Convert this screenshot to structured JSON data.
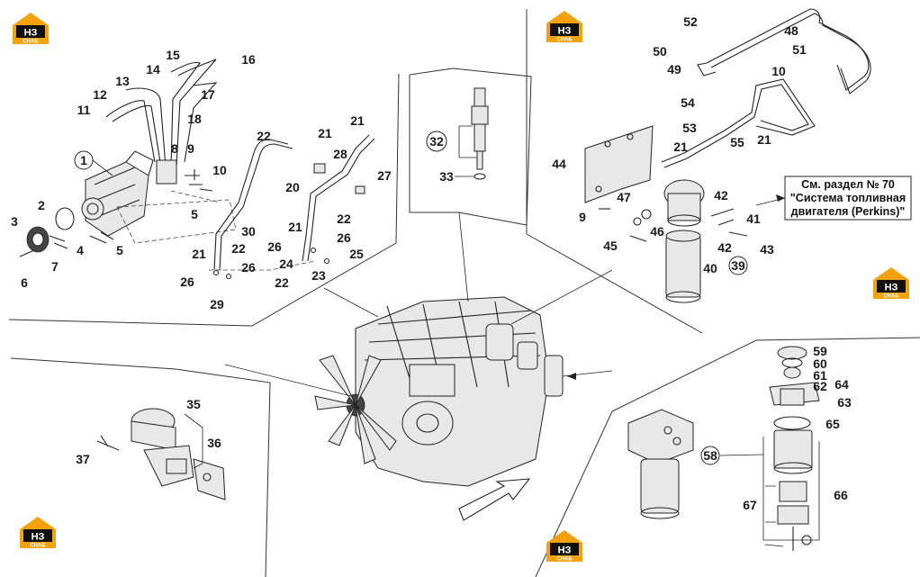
{
  "logos": [
    {
      "id": "logo-top-left",
      "big": "НЗ",
      "small": "СНАБ"
    },
    {
      "id": "logo-top-center",
      "big": "НЗ",
      "small": "СНАБ"
    },
    {
      "id": "logo-right",
      "big": "НЗ",
      "small": "СНАБ"
    },
    {
      "id": "logo-bottom-left",
      "big": "НЗ",
      "small": "СНАБ"
    },
    {
      "id": "logo-bottom-center",
      "big": "НЗ",
      "small": "СНАБ"
    }
  ],
  "reference_box": {
    "line1": "См. раздел № 70",
    "line2": "\"Система топливная",
    "line3": "двигателя (Perkins)\""
  },
  "callouts": {
    "c1": "1",
    "c2": "2",
    "c3": "3",
    "c4": "4",
    "c5a": "5",
    "c5b": "5",
    "c6": "6",
    "c7": "7",
    "c8": "8",
    "c9a": "9",
    "c10a": "10",
    "c11": "11",
    "c12": "12",
    "c13": "13",
    "c14": "14",
    "c15": "15",
    "c16": "16",
    "c17": "17",
    "c18": "18",
    "c20": "20",
    "c21a": "21",
    "c21b": "21",
    "c21c": "21",
    "c21d": "21",
    "c22a": "22",
    "c22b": "22",
    "c22c": "22",
    "c22d": "22",
    "c23": "23",
    "c24": "24",
    "c25": "25",
    "c26a": "26",
    "c26b": "26",
    "c26c": "26",
    "c26d": "26",
    "c27": "27",
    "c28": "28",
    "c29": "29",
    "c30": "30",
    "c32": "32",
    "c33": "33",
    "c52": "52",
    "c48": "48",
    "c50": "50",
    "c49": "49",
    "c51": "51",
    "c10b": "10",
    "c54": "54",
    "c53": "53",
    "c21e": "21",
    "c55": "55",
    "c21f": "21",
    "c44": "44",
    "c47": "47",
    "c9b": "9",
    "c46": "46",
    "c45": "45",
    "c42a": "42",
    "c41": "41",
    "c42b": "42",
    "c43": "43",
    "c40": "40",
    "c39": "39",
    "c59": "59",
    "c60": "60",
    "c61": "61",
    "c64": "64",
    "c62": "62",
    "c63": "63",
    "c65": "65",
    "c58": "58",
    "c66": "66",
    "c67": "67",
    "c35": "35",
    "c36": "36",
    "c37": "37"
  }
}
